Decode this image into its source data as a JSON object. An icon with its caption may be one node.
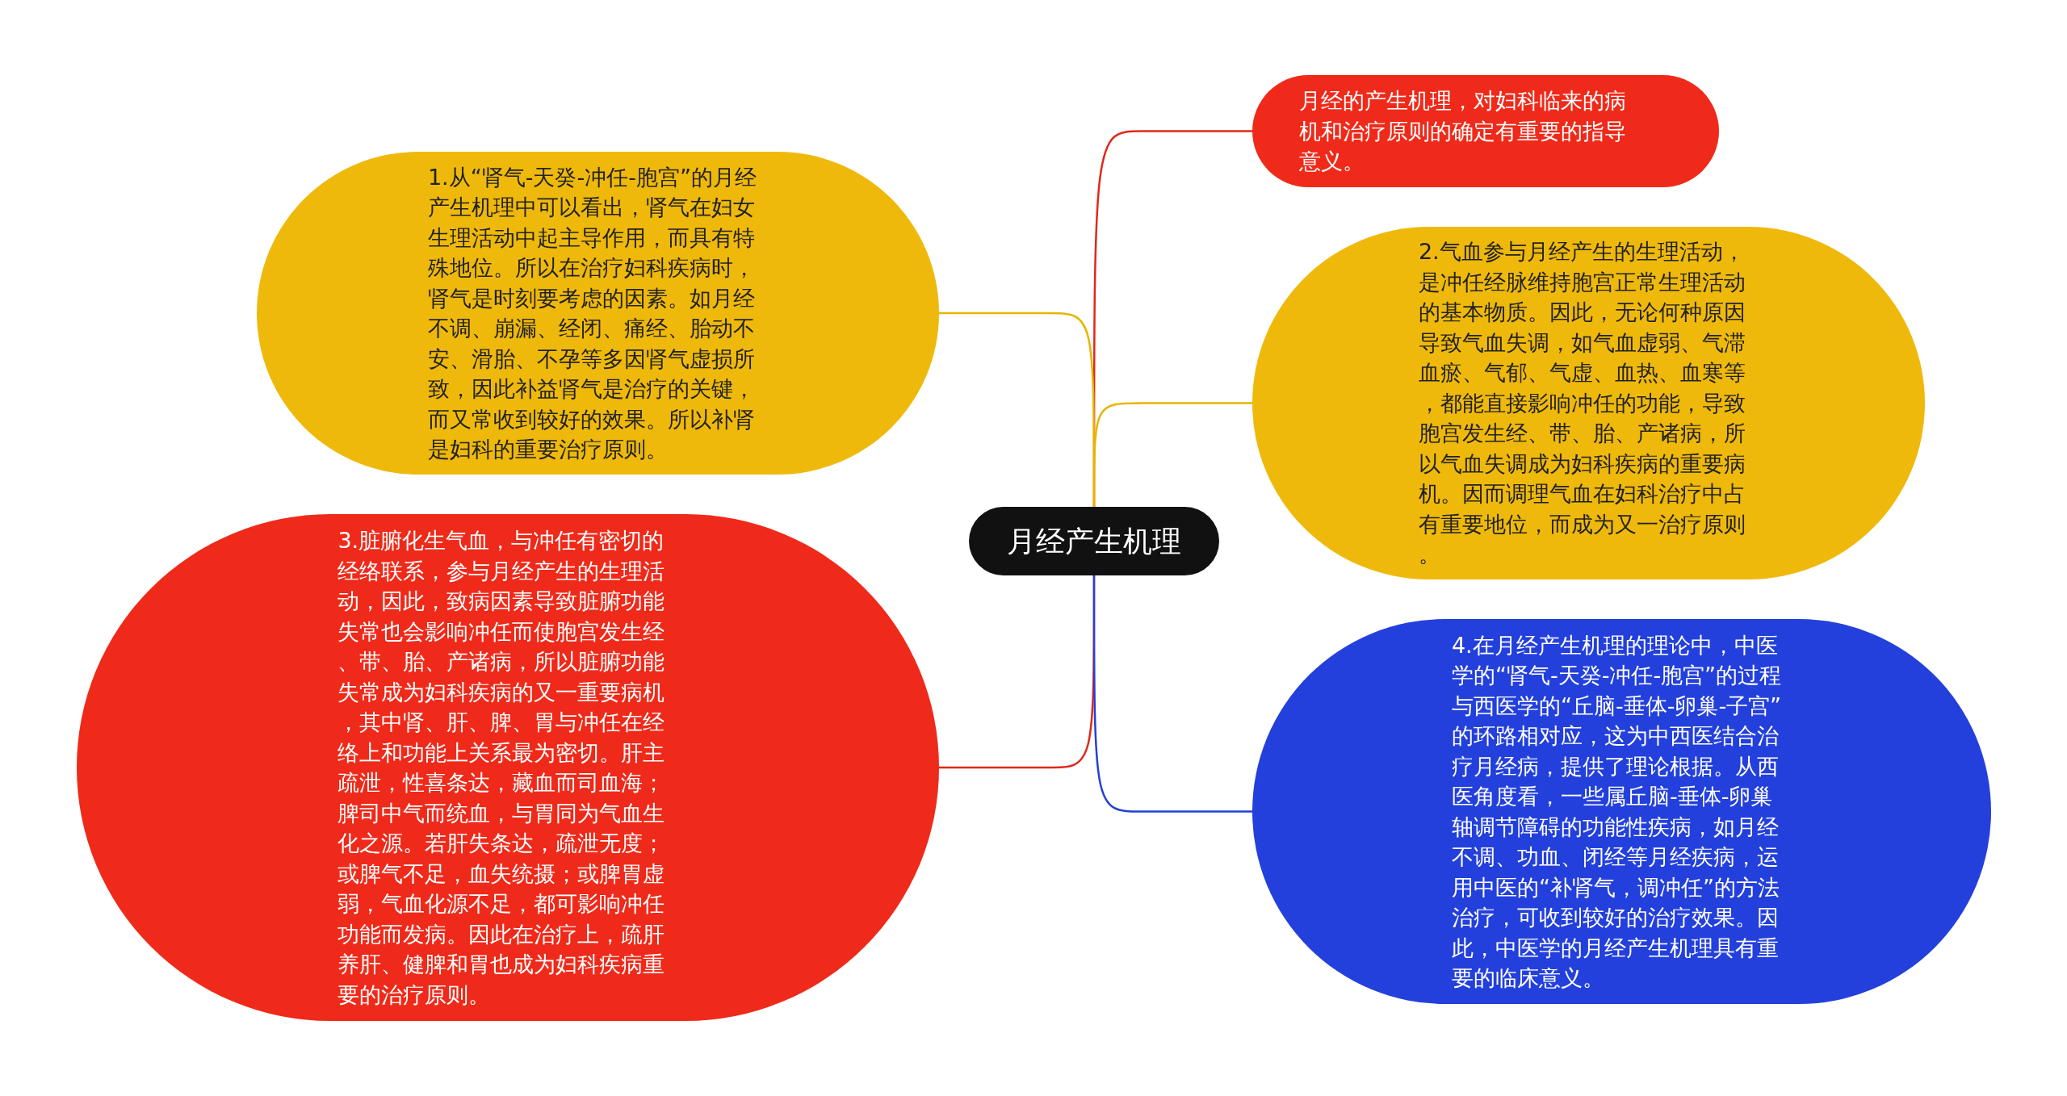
{
  "diagram": {
    "nodes": [
      {
        "text": [
          "月经产生机理"
        ]
      },
      {
        "text": [
          "月经的产生机理，对妇科临来的病机和治疗原则的确定有重要的指导意义。"
        ]
      },
      {
        "text": [
          "1.从“肾气-天癸-冲任-胞宫”的月经产生机理中可以看出，肾气在妇女生理活动中起主导作用，而具有特殊地位。所以在治疗妇科疾病时，肾气是时刻要考虑的因素。如月经不调、崩漏、经闭、痛经、胎动不安、滑胎、不孕等多因肾气虚损所致，因此补益肾气是治疗的关键，而又常收到较好的效果。所以补肾是妇科的重要治疗原则。"
        ]
      },
      {
        "text": [
          "2.气血参与月经产生的生理活动，是冲任经脉维持胞宫正常生理活动的基本物质。因此，无论何种原因导致气血失调，如气血虚弱、气滞血瘀、气郁、气虚、血热、血寒等，都能直接影响冲任的功能，导致胞宫发生经、带、胎、产诸病，所以气血失调成为妇科疾病的重要病机。因而调理气血在妇科治疗中占有重要地位，而成为又一治疗原则。"
        ]
      },
      {
        "text": [
          "3.脏腑化生气血，与冲任有密切的经络联系，参与月经产生的生理活动，因此，致病因素导致脏腑功能失常也会影响冲任而使胞宫发生经、带、胎、产诸病，所以脏腑功能失常成为妇科疾病的又一重要病机，其中肾、肝、脾、胃与冲任在经络上和功能上关系最为密切。肝主疏泄，性喜条达，藏血而司血海；脾司中气而统血，与胃同为气血生化之源。若肝失条达，疏泄无度；或脾气不足，血失统摄；或脾胃虚弱，气血化源不足，都可影响冲任功能而发病。因此在治疗上，疏肝养肝、健脾和胃也成为妇科疾病重要的治疗原则。"
        ]
      },
      {
        "text": [
          "4.在月经产生机理的理论中，中医学的“肾气-天癸-冲任-胞宫”的过程与西医学的“丘脑-垂体-卵巢-子宫”的环路相对应，这为中西医结合治疗月经病，提供了理论根据。从西医角度看，一些属丘脑-垂体-卵巢轴调节障碍的功能性疾病，如月经不调、功血、闭经等月经疾病，运用中医的“补肾气，调冲任”的方法治疗，可收到较好的治疗效果。因此，中医学的月经产生机理具有重要的临床意义。"
        ]
      }
    ],
    "edges": [
      {
        "from": 0,
        "to": 1,
        "arrow": "none",
        "color": "#e0281a"
      },
      {
        "from": 0,
        "to": 2,
        "arrow": "none",
        "color": "#e8b400"
      },
      {
        "from": 0,
        "to": 3,
        "arrow": "none",
        "color": "#e8b400"
      },
      {
        "from": 0,
        "to": 4,
        "arrow": "none",
        "color": "#e0281a"
      },
      {
        "from": 0,
        "to": 5,
        "arrow": "none",
        "color": "#2340d8"
      }
    ]
  }
}
